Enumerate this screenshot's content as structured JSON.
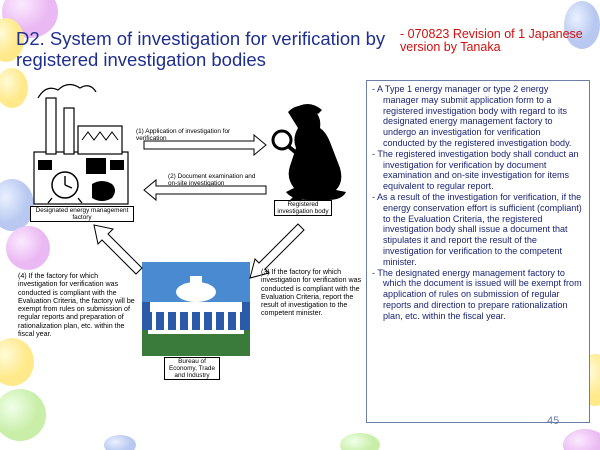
{
  "title": {
    "code": "D2.",
    "text": " System of investigation for verification by registered investigation bodies"
  },
  "revision": "- 070823 Revision of 1 Japanese version by Tanaka",
  "diagram": {
    "arrow1": "(1) Application of investigation for verification",
    "arrow2": "(2) Document examination and on-site investigation",
    "factory_label": "Designated energy management factory",
    "body_label": "Registered investigation body",
    "bureau_label": "Bureau of Economy, Trade and Industry",
    "note3": "(3) If the factory for which investigation for verification was conducted is compliant with the Evaluation Criteria, report the result of investigation to the competent minister.",
    "note4": "(4) If the factory for which investigation for verification was conducted is compliant with the Evaluation Criteria, the factory will be exempt from rules on submission of regular reports and preparation of rationalization plan, etc. within the fiscal year."
  },
  "bullets": [
    "- A Type 1 energy manager or type 2 energy manager may submit application form to a registered investigation body with regard to its designated energy management factory to undergo an investigation for verification conducted by the registered investigation body.",
    "- The registered investigation body shall conduct an investigation for verification by document examination and on-site investigation for items equivalent to regular report.",
    "- As a result of the investigation for verification, if the energy conservation effort is sufficient (compliant) to the Evaluation Criteria, the registered investigation body shall issue a document that stipulates it and report the result of the investigation for verification to the competent minister.",
    "- The designated energy management factory to which the document is issued will be exempt from application of rules on submission of regular reports and direction to prepare rationalization plan, etc. within the fiscal year."
  ],
  "page_number": "45",
  "colors": {
    "title": "#1f2f8f",
    "revision": "#d01010",
    "bullet_text": "#1a2570",
    "box_border": "#6a7fa8"
  }
}
